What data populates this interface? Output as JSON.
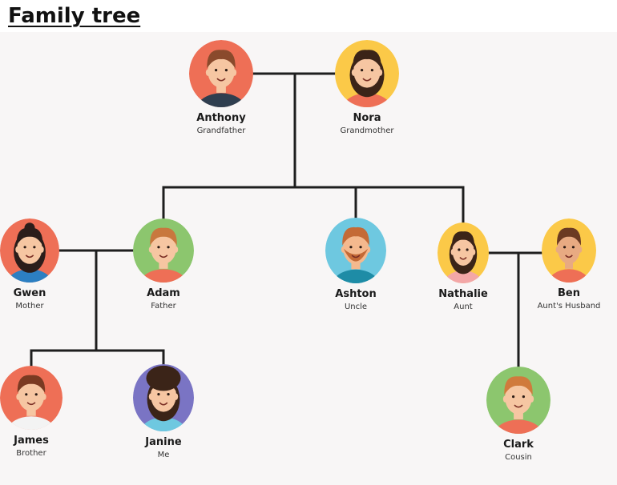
{
  "title": "Family tree",
  "members": [
    {
      "id": "anthony",
      "name": "Anthony",
      "role": "Grandfather",
      "bg": "#ee6f56",
      "hair": "#8a4a2c",
      "skin": "#f6c6a2",
      "shirt": "#2f3e4f"
    },
    {
      "id": "nora",
      "name": "Nora",
      "role": "Grandmother",
      "bg": "#fbc948",
      "hair": "#3b2418",
      "skin": "#f6c6a2",
      "shirt": "#ee6f56"
    },
    {
      "id": "gwen",
      "name": "Gwen",
      "role": "Mother",
      "bg": "#ee6f56",
      "hair": "#2b1d1a",
      "skin": "#f6c6a2",
      "shirt": "#2c7fc2"
    },
    {
      "id": "adam",
      "name": "Adam",
      "role": "Father",
      "bg": "#8cc66e",
      "hair": "#c8783e",
      "skin": "#f6c6a2",
      "shirt": "#ee6f56"
    },
    {
      "id": "ashton",
      "name": "Ashton",
      "role": "Uncle",
      "bg": "#6ec8e0",
      "hair": "#c46a36",
      "skin": "#f4b98e",
      "shirt": "#1e8ca6"
    },
    {
      "id": "nathalie",
      "name": "Nathalie",
      "role": "Aunt",
      "bg": "#fbc948",
      "hair": "#3b2418",
      "skin": "#f6c6a2",
      "shirt": "#f3a7a7"
    },
    {
      "id": "ben",
      "name": "Ben",
      "role": "Aunt's Husband",
      "bg": "#fbc948",
      "hair": "#6b3a22",
      "skin": "#e8aa82",
      "shirt": "#ee6f56"
    },
    {
      "id": "james",
      "name": "James",
      "role": "Brother",
      "bg": "#ee6f56",
      "hair": "#7a3a22",
      "skin": "#f6c6a2",
      "shirt": "#f3f3f3"
    },
    {
      "id": "janine",
      "name": "Janine",
      "role": "Me",
      "bg": "#7a74c4",
      "hair": "#3b2418",
      "skin": "#f6c6a2",
      "shirt": "#6ec8e0"
    },
    {
      "id": "clark",
      "name": "Clark",
      "role": "Cousin",
      "bg": "#8cc66e",
      "hair": "#d07a3c",
      "skin": "#f6c6a2",
      "shirt": "#ee6f56"
    }
  ]
}
